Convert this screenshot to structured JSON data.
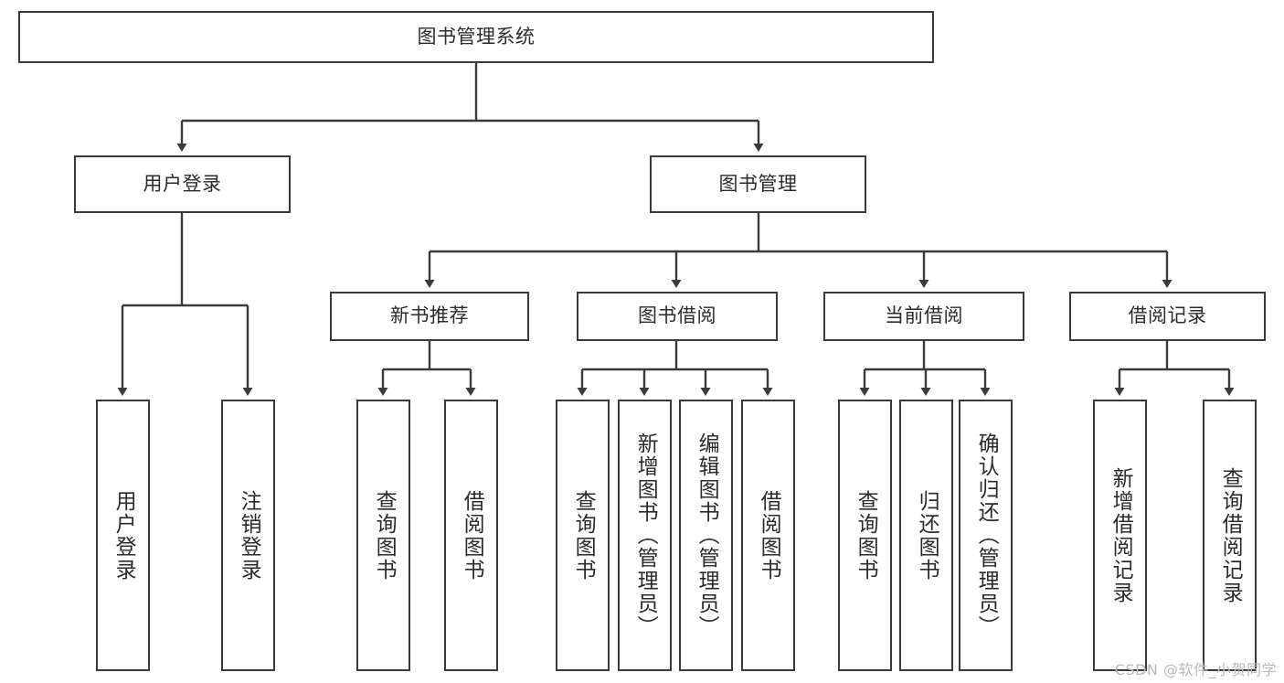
{
  "diagram": {
    "title": "图书管理系统",
    "type": "tree-hierarchy",
    "watermark": "CSDN @软件_小贺同学",
    "colors": {
      "border": "#3a3a3a",
      "background": "#ffffff",
      "text": "#2b2b2b",
      "edge": "#3a3a3a",
      "watermark": "#b9b9b9"
    },
    "nodes": {
      "root": {
        "label": "图书管理系统"
      },
      "level2": [
        {
          "label": "用户登录"
        },
        {
          "label": "图书管理"
        }
      ],
      "level3": [
        {
          "label": "新书推荐"
        },
        {
          "label": "图书借阅"
        },
        {
          "label": "当前借阅"
        },
        {
          "label": "借阅记录"
        }
      ],
      "leaves": {
        "user_login": [
          {
            "label": "用户登录"
          },
          {
            "label": "注销登录"
          }
        ],
        "new_book_recommend": [
          {
            "label": "查询图书"
          },
          {
            "label": "借阅图书"
          }
        ],
        "book_borrow": [
          {
            "label": "查询图书"
          },
          {
            "label": "新增图书（管理员）"
          },
          {
            "label": "编辑图书（管理员）"
          },
          {
            "label": "借阅图书"
          }
        ],
        "current_borrow": [
          {
            "label": "查询图书"
          },
          {
            "label": "归还图书"
          },
          {
            "label": "确认归还（管理员）"
          }
        ],
        "borrow_record": [
          {
            "label": "新增借阅记录"
          },
          {
            "label": "查询借阅记录"
          }
        ]
      }
    }
  }
}
